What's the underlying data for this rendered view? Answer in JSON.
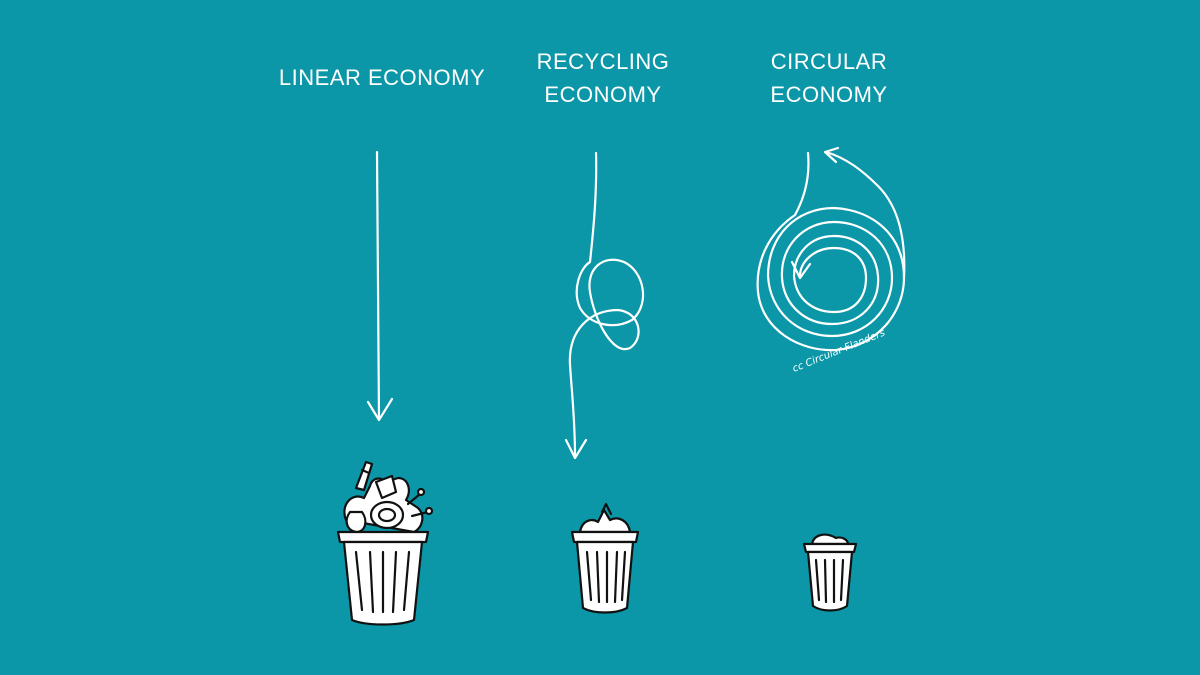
{
  "colors": {
    "background": "#0b97a8",
    "ink": "#ffffff",
    "outline": "#111111"
  },
  "columns": [
    {
      "id": "linear",
      "title_lines": [
        "LINEAR ECONOMY"
      ],
      "icon": "trash-can-overflowing-icon"
    },
    {
      "id": "recycling",
      "title_lines": [
        "RECYCLING",
        "ECONOMY"
      ],
      "icon": "trash-can-medium-icon"
    },
    {
      "id": "circular",
      "title_lines": [
        "CIRCULAR",
        "ECONOMY"
      ],
      "icon": "trash-can-small-icon"
    }
  ],
  "credit": "cc Circular Flanders"
}
